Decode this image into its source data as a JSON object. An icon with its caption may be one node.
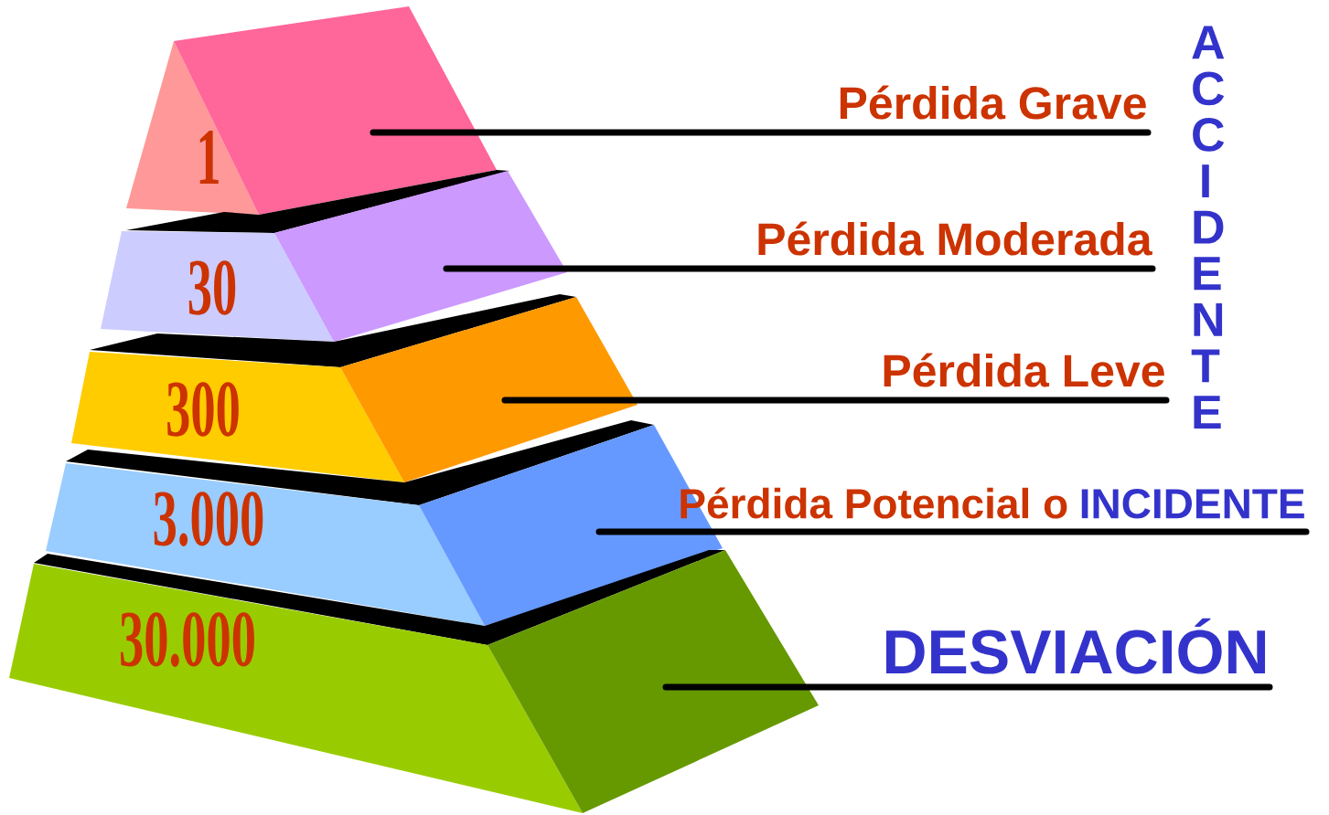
{
  "diagram": {
    "nodes": [
      {
        "text": [
          "1"
        ]
      },
      {
        "text": [
          "30"
        ]
      },
      {
        "text": [
          "300"
        ]
      },
      {
        "text": [
          "3.000"
        ]
      },
      {
        "text": [
          "30.000"
        ]
      },
      {
        "text": [
          "Pérdida Grave"
        ]
      },
      {
        "text": [
          "Pérdida Moderada"
        ]
      },
      {
        "text": [
          "Pérdida Leve"
        ]
      },
      {
        "text": [
          "Pérdida Potencial o",
          "INCIDENTE"
        ]
      },
      {
        "text": [
          "DESVIACIÓN"
        ]
      }
    ],
    "edges": [
      {
        "from": 5,
        "to": 0,
        "arrow": "none"
      },
      {
        "from": 6,
        "to": 1,
        "arrow": "none"
      },
      {
        "from": 7,
        "to": 2,
        "arrow": "none"
      },
      {
        "from": 8,
        "to": 3,
        "arrow": "none"
      },
      {
        "from": 9,
        "to": 4,
        "arrow": "none"
      }
    ],
    "labels": [
      "ACCIDENTE"
    ]
  }
}
